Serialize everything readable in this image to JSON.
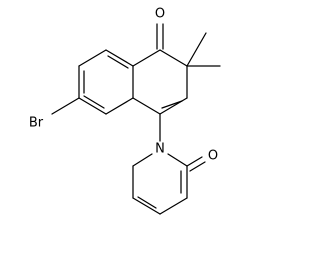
{
  "diagram": {
    "type": "chemical-structure",
    "atom_labels": {
      "ketone_oxygen": "O",
      "bromine": "Br",
      "ring_nitrogen": "N",
      "pyridone_oxygen": "O"
    },
    "colors": {
      "ink": "#000000",
      "background": "#ffffff"
    }
  }
}
